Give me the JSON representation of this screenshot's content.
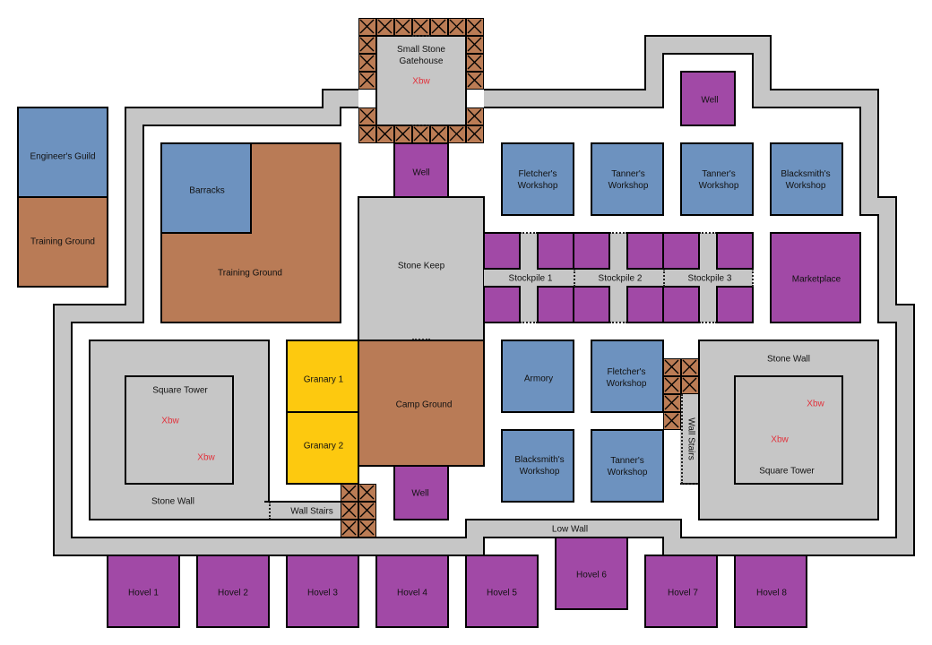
{
  "buildings": {
    "engineers_guild": "Engineer's Guild",
    "training_ground_left": "Training Ground",
    "barracks": "Barracks",
    "training_ground_main": "Training Ground",
    "gatehouse": "Small Stone Gatehouse",
    "gatehouse_xbw": "Xbw",
    "well_north": "Well",
    "stone_keep": "Stone Keep",
    "fletchers_workshop_1": "Fletcher's Workshop",
    "tanners_workshop_1": "Tanner's Workshop",
    "tanners_workshop_2": "Tanner's Workshop",
    "blacksmiths_workshop_1": "Blacksmith's Workshop",
    "well_northeast": "Well",
    "stockpile_1": "Stockpile 1",
    "stockpile_2": "Stockpile 2",
    "stockpile_3": "Stockpile 3",
    "marketplace": "Marketplace",
    "square_tower_west": "Square Tower",
    "west_xbw_1": "Xbw",
    "west_xbw_2": "Xbw",
    "stone_wall_west": "Stone Wall",
    "granary_1": "Granary 1",
    "granary_2": "Granary 2",
    "camp_ground": "Camp Ground",
    "well_south": "Well",
    "wall_stairs_west": "Wall Stairs",
    "armory": "Armory",
    "fletchers_workshop_2": "Fletcher's Workshop",
    "blacksmiths_workshop_2": "Blacksmith's Workshop",
    "tanners_workshop_3": "Tanner's Workshop",
    "wall_stairs_east": "Wall Stairs",
    "stone_wall_east": "Stone Wall",
    "east_xbw_1": "Xbw",
    "east_xbw_2": "Xbw",
    "square_tower_east": "Square Tower",
    "low_wall": "Low Wall",
    "hovel_1": "Hovel 1",
    "hovel_2": "Hovel 2",
    "hovel_3": "Hovel 3",
    "hovel_4": "Hovel 4",
    "hovel_5": "Hovel 5",
    "hovel_6": "Hovel 6",
    "hovel_7": "Hovel 7",
    "hovel_8": "Hovel 8"
  },
  "colors": {
    "workshop": "#6d92bf",
    "ground": "#b97b56",
    "utility": "#a149a6",
    "stone": "#c6c6c6",
    "granary": "#fdc90f",
    "crossbow": "#e2323c"
  }
}
